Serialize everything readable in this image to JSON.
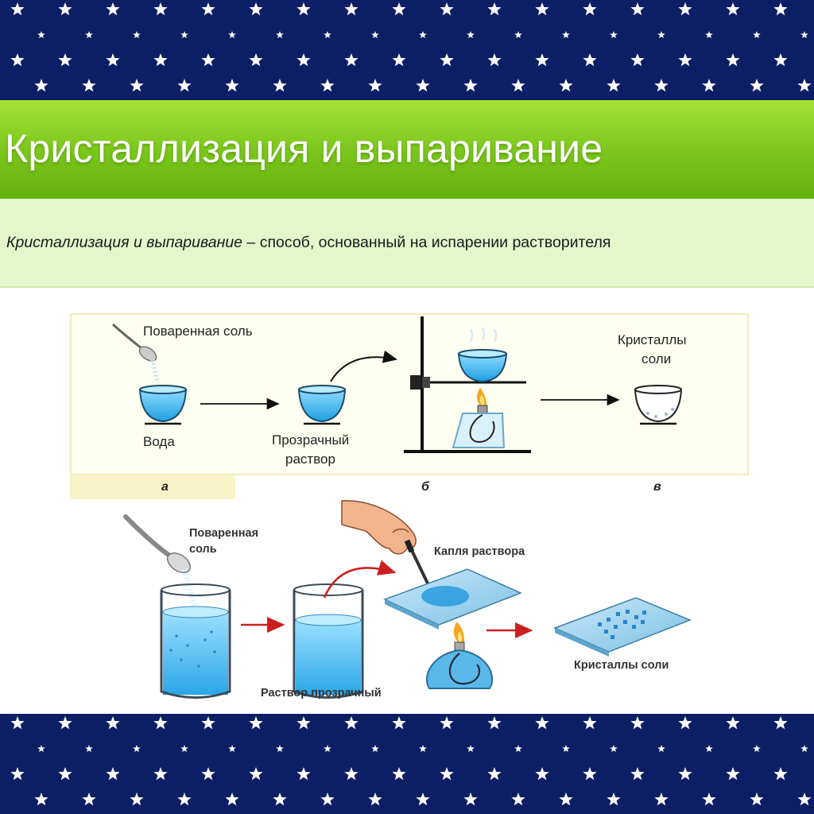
{
  "title": "Кристаллизация и выпаривание",
  "definition": {
    "term": "Кристаллизация и выпаривание",
    "rest": " – способ, основанный на испарении растворителя"
  },
  "top_diagram": {
    "salt_label": "Поваренная соль",
    "water_label": "Вода",
    "solution_label_line1": "Прозрачный",
    "solution_label_line2": "раствор",
    "crystals_label_line1": "Кристаллы",
    "crystals_label_line2": "соли",
    "panel_letters": [
      "а",
      "б",
      "в"
    ]
  },
  "bottom_diagram": {
    "salt_label_line1": "Поваренная",
    "salt_label_line2": "соль",
    "drop_label": "Капля раствора",
    "solution_label": "Раствор прозрачный",
    "crystals_label": "Кристаллы соли"
  },
  "colors": {
    "navy": "#0d1f64",
    "green": "#79c51b",
    "light_green": "#e5f6cc",
    "water_blue": "#38aee6",
    "arrow_red": "#cc2020"
  },
  "icons": [
    "star-pattern",
    "spoon-icon",
    "bowl-icon",
    "stand-icon",
    "burner-icon",
    "beaker-icon",
    "hand-icon",
    "glass-slide-icon",
    "arrow-icon"
  ]
}
